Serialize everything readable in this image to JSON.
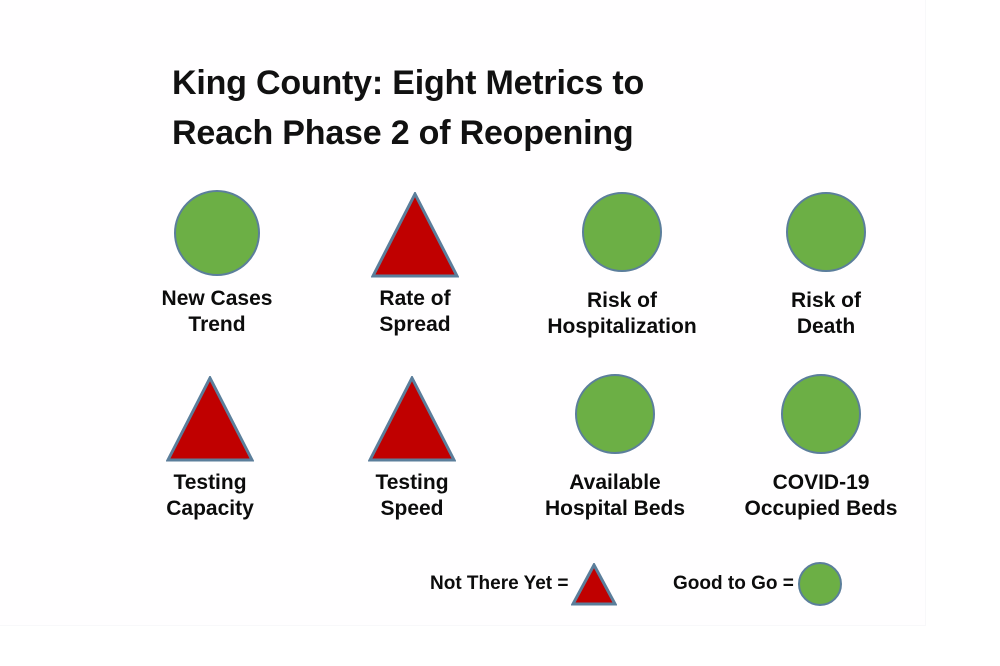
{
  "slide": {
    "title": "King County: Eight Metrics to\nReach Phase 2 of Reopening",
    "background_color": "#FFFFFF"
  },
  "colors": {
    "green_fill": "#6CAF45",
    "red_fill": "#C00000",
    "shape_outline": "#5B7E9B",
    "text": "#0C0C0C"
  },
  "metrics": [
    {
      "label": "New Cases\nTrend",
      "status": "good-to-go",
      "shape": "circle",
      "row": 1,
      "column": 1
    },
    {
      "label": "Rate of\nSpread",
      "status": "not-there-yet",
      "shape": "triangle",
      "row": 1,
      "column": 2
    },
    {
      "label": "Risk of\nHospitalization",
      "status": "good-to-go",
      "shape": "circle",
      "row": 1,
      "column": 3
    },
    {
      "label": "Risk of\nDeath",
      "status": "good-to-go",
      "shape": "circle",
      "row": 1,
      "column": 4
    },
    {
      "label": "Testing\nCapacity",
      "status": "not-there-yet",
      "shape": "triangle",
      "row": 2,
      "column": 1
    },
    {
      "label": "Testing\nSpeed",
      "status": "not-there-yet",
      "shape": "triangle",
      "row": 2,
      "column": 2
    },
    {
      "label": "Available\nHospital Beds",
      "status": "good-to-go",
      "shape": "circle",
      "row": 2,
      "column": 3
    },
    {
      "label": "COVID-19\nOccupied Beds",
      "status": "good-to-go",
      "shape": "circle",
      "row": 2,
      "column": 4
    }
  ],
  "legend": {
    "not_there_yet_label": "Not There Yet =",
    "good_to_go_label": "Good to Go ="
  }
}
